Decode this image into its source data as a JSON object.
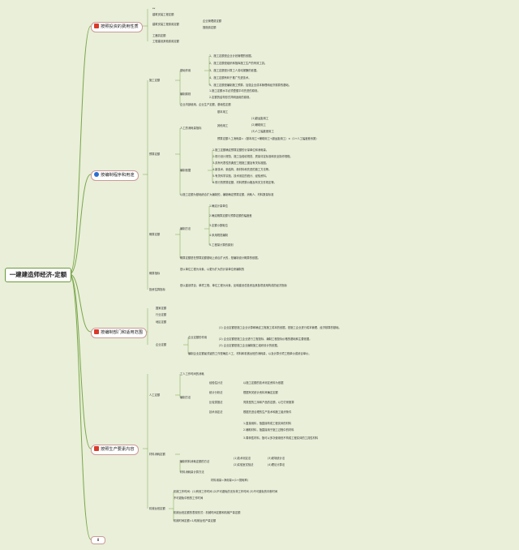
{
  "root": "一建建造师经济-定额",
  "categories": [
    {
      "id": "c1",
      "label": "按照投资的费用性质",
      "icon": "red-flag-icon",
      "color": "#d93a2b"
    },
    {
      "id": "c2",
      "label": "按编制程序和用途",
      "icon": "blue-drop-icon",
      "color": "#2d6fd1"
    },
    {
      "id": "c3",
      "label": "按编制部门和适用范围",
      "icon": "red-flag-icon",
      "color": "#d93a2b"
    },
    {
      "id": "c4",
      "label": "按照生产要素内容",
      "icon": "red-flag-icon",
      "color": "#d93a2b"
    }
  ],
  "c1_items": [
    "**",
    "建筑安装工程定额",
    "建筑安装工程费用定额",
    "工器具定额",
    "工程建设其他费用定额"
  ],
  "c1_sub": [
    "企业管理费定额",
    "措施费定额"
  ],
  "c2": {
    "shigong": {
      "label": "施工定额",
      "sub_label": "基础作用",
      "items": [
        "1、施工定额是企业计划管理的依据。",
        "2、施工定额是组织和指挥施工生产的有效工具。",
        "3、施工定额是计算工人劳动报酬的依据。",
        "4、施工定额有利于推广先进技术。",
        "5、施工定额是编制施工预算，加强企业成本管理和经济核算的基础。"
      ],
      "bianzhi_label": "编制原则",
      "bianzhi": [
        "1.施工定额水平必须遵循平均先进的原则。",
        "2.定额的结构形式简明适用的原则。"
      ],
      "extra": "企业内部使用，企业生产定额，基础性定额"
    },
    "yusuan": {
      "label": "预算定额",
      "rengong_label": "人工的消耗量指标",
      "base": "基本用工",
      "qita_label": "其他用工",
      "qita": [
        "(1)超运距用工",
        "(2)辅助用工",
        "(3)人工幅度差用工"
      ],
      "formula": "预算定额人工消耗量=（基本用工+辅助用工+超运距用工）×（1+人工幅度差系数）",
      "yiju_label": "编制依据",
      "yiju": [
        "1.施工定额确定预算定额的计量单位和消耗量。",
        "2.现行设计规范、施工及验收规范、质量评定标准和安全操作规程。",
        "3.具有代表性的典型工程施工图及有关标准图。",
        "4.新技术、新结构、新材料和先进的施工方法等。",
        "5.有关科学实验、技术测定的统计、经验资料。",
        "6.现行的预算定额、材料预算价格及有关文件规定等。"
      ],
      "note": "以施工定额为基础综合扩大编制的，编制确定预算定额，消耗人、材料数量标准"
    },
    "gaisuan": {
      "label": "概算定额",
      "buzhou_label": "编制方法",
      "buzhou": [
        "1.确定计量单位",
        "2.确定概算定额与预算定额的幅度差",
        "3.定额小数取位",
        "4.采用规范编制",
        "5.工程量计算的原则"
      ],
      "note": "概算定额是在预算定额基础上综合扩大的，是编制设计概算的依据。"
    },
    "zhibiao": {
      "label": "概算指标",
      "note": "是以单位工程为对象，以更为扩大的计量单位来编制的"
    },
    "touzi": {
      "label": "投资估算指标",
      "note": "是以建设项目、单项工程、单位工程为对象，反映建设总投资及其各项费用构成的经济指标"
    }
  },
  "c3_items": [
    "国家定额",
    "行业定额",
    "地区定额",
    "企业定额"
  ],
  "c3_qiye": {
    "zuoyong": "企业定额的作用",
    "items": [
      "(1) 企业定额是施工企业计算和确定工程施工成本的依据，是施工企业进行成本管理、经济核算的基础。",
      "(2) 企业定额是施工企业进行工程投标、编制工程投标价格的基础和主要依据。",
      "(3) 企业定额是施工企业编制施工组织设计的依据。"
    ],
    "note": "编制企业定额最关键的工作是确定人工、材料和机械台班的消耗量，以及计算分项工程单价或综合单价。"
  },
  "c4": {
    "rengong": {
      "label": "人工定额",
      "xingshi": "工人工作时间的消耗",
      "items": [
        "经验估计法",
        "统计分析法",
        "比较类推法",
        "技术测定法"
      ],
      "item_notes": [
        "以施工定额的技术测定资料为依据",
        "根据有关统计资料来确定定额",
        "同类型的工序和产品的定额，以它们来推算",
        "根据先进合理的生产技术和施工组织条件"
      ],
      "bianzhi": "编制方法"
    },
    "jixie": {
      "label": "材料消耗定额",
      "items": [
        "1.直接用料，指直接构成工程实体的材料",
        "2.辅助材料，指直接用于施工过程中的材料",
        "3.周转性材料，指可以多次使用但不构成工程实体的工具性材料"
      ],
      "fangfa": "编制材料消耗定额的方法",
      "fangfa_items": [
        "(1)技术测定法",
        "(2)实验室试验法",
        "(3)现场统计法",
        "(4)理论计算法"
      ],
      "jisuan": "材料消耗量计算方法",
      "yongliang": "材料用量=净用量×(1+损耗率)"
    },
    "jixietaiban": {
      "label": "机械台班定额",
      "items": [
        "机械工作时间：(1)有效工作时间 (2)不可避免的无负荷工作时间 (3)不可避免的中断时间",
        "不可避免中断的工作时间",
        "机械台班定额的表现形式：机械时间定额和机械产量定额"
      ],
      "note": "机械时间定额=1/机械台班产量定额"
    }
  },
  "bottom_tag": "8"
}
